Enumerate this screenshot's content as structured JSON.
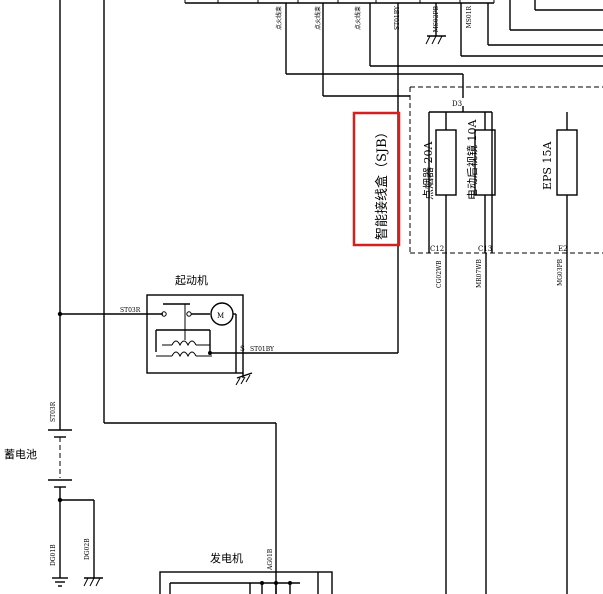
{
  "labels": {
    "sjb": "智能接线盒（SJB）",
    "starter": "起动机",
    "battery": "蓄电池",
    "alternator": "发电机",
    "fuse_lighter": "点烟器 20A",
    "fuse_mirror": "电动后视镜 10A",
    "fuse_eps": "EPS 15A",
    "pin_d3": "D3",
    "pin_c12": "C12",
    "pin_c13": "C13",
    "pin_e2": "E2",
    "pin_s": "S",
    "st03": "ST03R",
    "st01": "ST01BY",
    "st01_top": "ST01BY",
    "st03v": "ST03R",
    "dg01": "DG01B",
    "dg02": "DG02B",
    "cg02": "CG02WB",
    "mr07": "MR07WB",
    "mg": "MG03PB",
    "ag01": "AG01B",
    "ms01": "MS01R",
    "ms02": "MS02PB",
    "top_a": "点火线束",
    "top_b": "点火线束",
    "top_c": "点火线束",
    "motor": "M"
  },
  "colors": {
    "wire": "#000000",
    "highlight": "#d62020"
  }
}
